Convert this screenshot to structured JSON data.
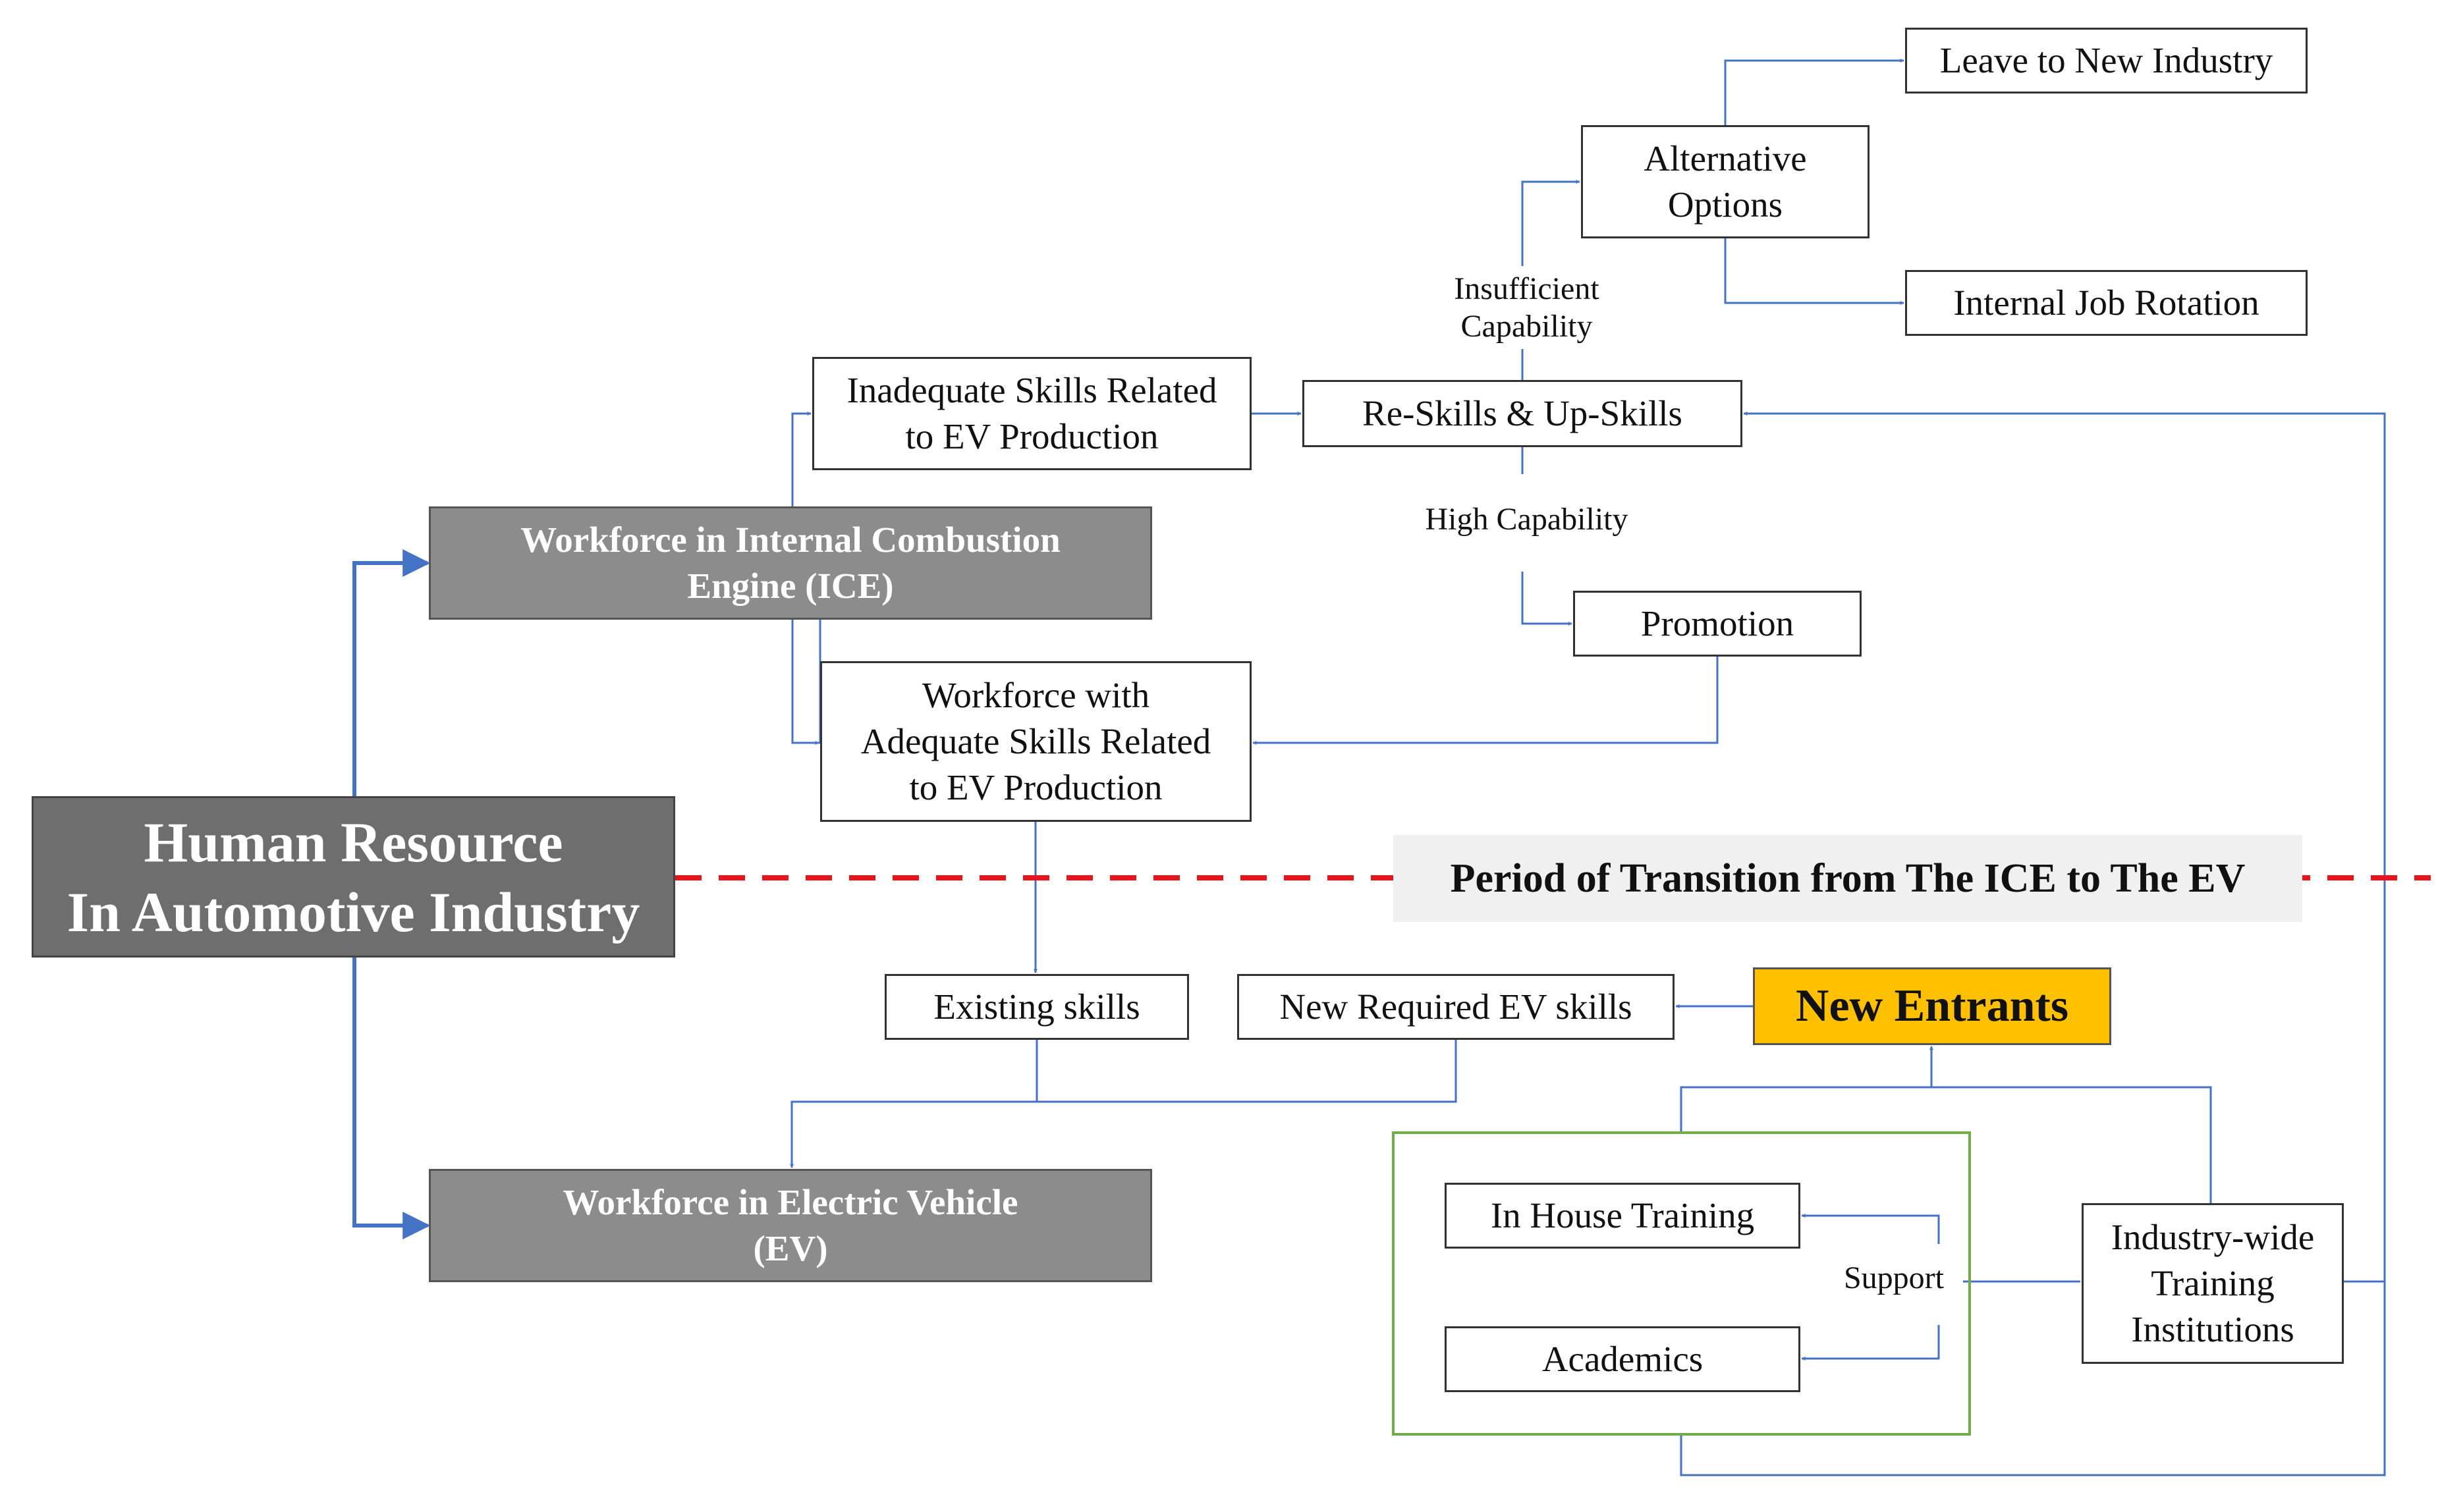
{
  "colors": {
    "connector": "#4472c4",
    "transition_line": "#e8141c",
    "group_border": "#70ad47",
    "new_entrants_fill": "#ffc000",
    "grey_fill": "#8c8c8c",
    "dark_fill": "#6e6e6e"
  },
  "nodes": {
    "human_resource": "Human Resource\nIn Automotive Industry",
    "workforce_ice": "Workforce in Internal Combustion\nEngine (ICE)",
    "workforce_ev": "Workforce in Electric Vehicle\n(EV)",
    "inadequate_skills": "Inadequate Skills Related\nto EV Production",
    "adequate_skills": "Workforce with\nAdequate Skills Related\nto EV Production",
    "reskills": "Re-Skills & Up-Skills",
    "alternative_options": "Alternative\nOptions",
    "leave_industry": "Leave to New Industry",
    "internal_rotation": "Internal Job Rotation",
    "promotion": "Promotion",
    "existing_skills": "Existing skills",
    "new_required_skills": "New Required EV skills",
    "new_entrants": "New Entrants",
    "in_house_training": "In House Training",
    "academics": "Academics",
    "industry_training": "Industry-wide\nTraining\nInstitutions"
  },
  "labels": {
    "insufficient": "Insufficient\nCapability",
    "high": "High Capability",
    "support": "Support"
  },
  "transition_banner": "Period of Transition from The ICE to The EV"
}
